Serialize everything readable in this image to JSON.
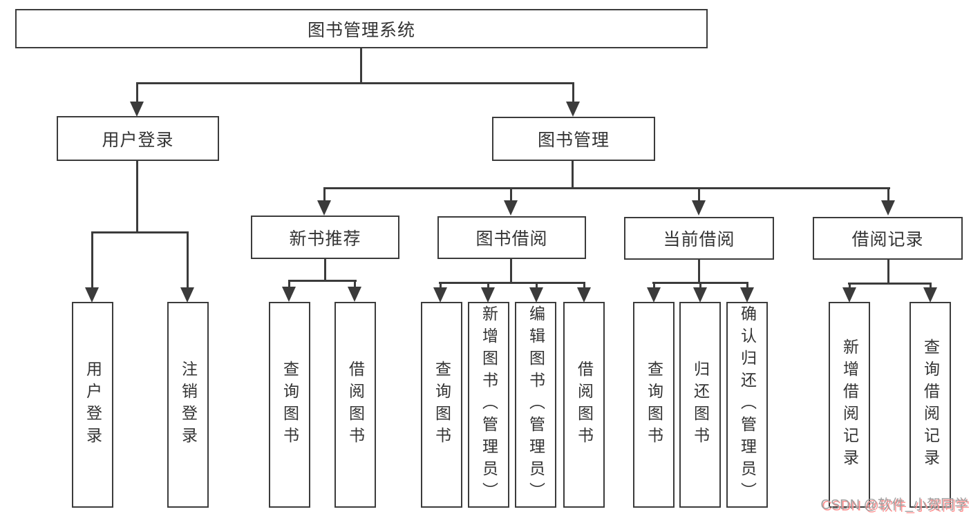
{
  "colors": {
    "line": "#3b3b3b",
    "text": "#333333",
    "bg": "#ffffff",
    "wm": "#a0a0a0",
    "wm_shadow": "#ff9191"
  },
  "tree": {
    "label": "图书管理系统",
    "children": [
      {
        "label": "用户登录",
        "children": [
          {
            "label": "用户登录"
          },
          {
            "label": "注销登录"
          }
        ]
      },
      {
        "label": "图书管理",
        "children": [
          {
            "label": "新书推荐",
            "children": [
              {
                "label": "查询图书"
              },
              {
                "label": "借阅图书"
              }
            ]
          },
          {
            "label": "图书借阅",
            "children": [
              {
                "label": "查询图书"
              },
              {
                "label": "新增图书（管理员）"
              },
              {
                "label": "编辑图书（管理员）"
              },
              {
                "label": "借阅图书"
              }
            ]
          },
          {
            "label": "当前借阅",
            "children": [
              {
                "label": "查询图书"
              },
              {
                "label": "归还图书"
              },
              {
                "label": "确认归还（管理员）"
              }
            ]
          },
          {
            "label": "借阅记录",
            "children": [
              {
                "label": "新增借阅记录"
              },
              {
                "label": "查询借阅记录"
              }
            ]
          }
        ]
      }
    ]
  },
  "watermark": {
    "text": "CSDN @软件_小贺同学"
  }
}
